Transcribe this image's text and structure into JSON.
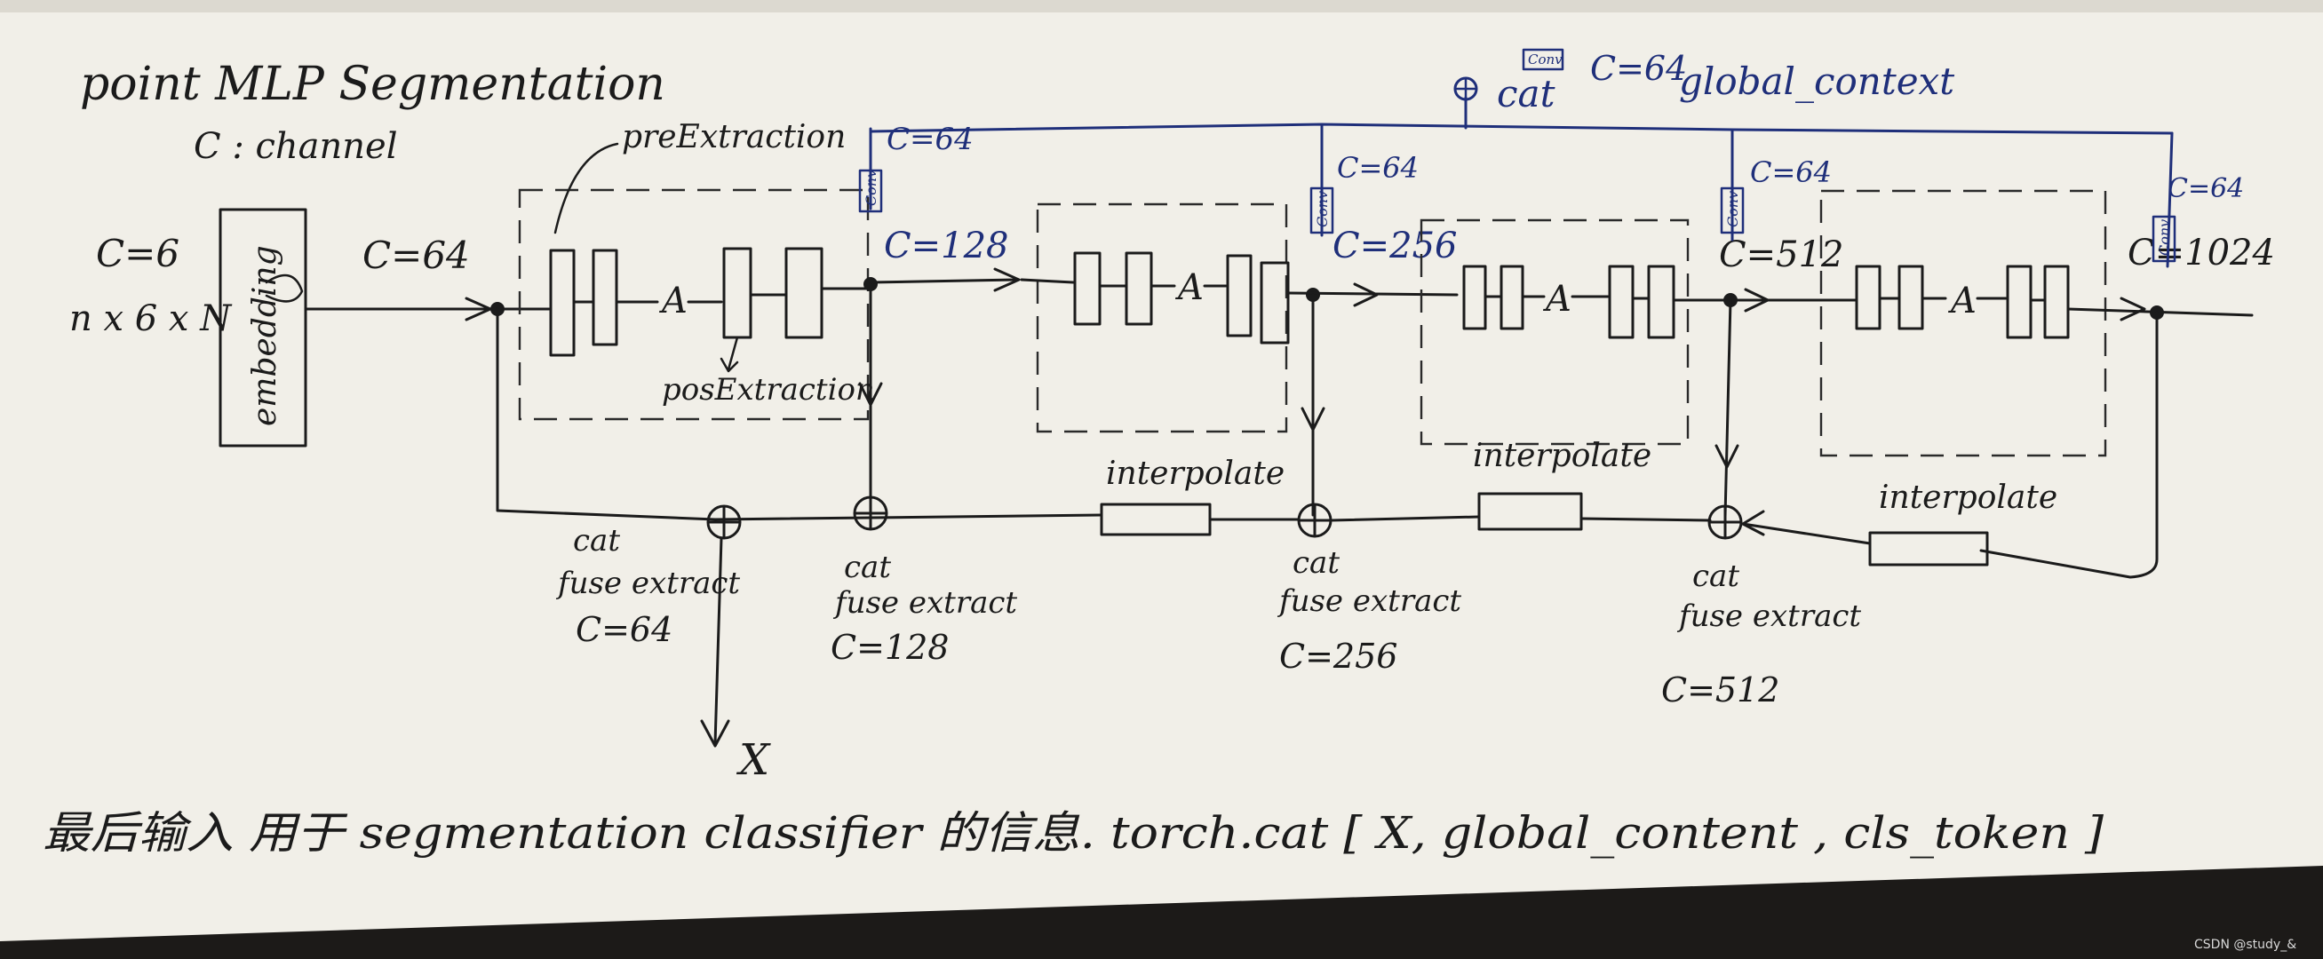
{
  "title": "point MLP  Segmentation",
  "subtitle": "C : channel",
  "input": {
    "channels": "C=6",
    "shape": "n x 6 x N",
    "block": "embedding"
  },
  "edge_c64": "C=64",
  "labels": {
    "pre_extraction": "preExtraction",
    "pos_extraction": "posExtraction",
    "A": "A",
    "conv": "Conv",
    "interpolate": "interpolate",
    "cat": "cat",
    "fuse_extract": "fuse extract"
  },
  "stages": [
    {
      "conv_c": "C=64",
      "out_c": "C=128"
    },
    {
      "conv_c": "C=64",
      "out_c": "C=256"
    },
    {
      "conv_c": "C=64",
      "out_c": "C=512"
    },
    {
      "conv_c": "C=64",
      "out_c": "C=1024"
    }
  ],
  "fuse_channels": [
    "C=64",
    "C=128",
    "C=256",
    "C=512"
  ],
  "global_context": {
    "cat": "cat",
    "c": "C=64",
    "name": "global_context"
  },
  "output_x": "X",
  "bottom_note": "最后输入 用于 segmentation  classifier 的信息.  torch.cat [ X, global_content , cls_token ]",
  "watermark": "CSDN @study_&"
}
